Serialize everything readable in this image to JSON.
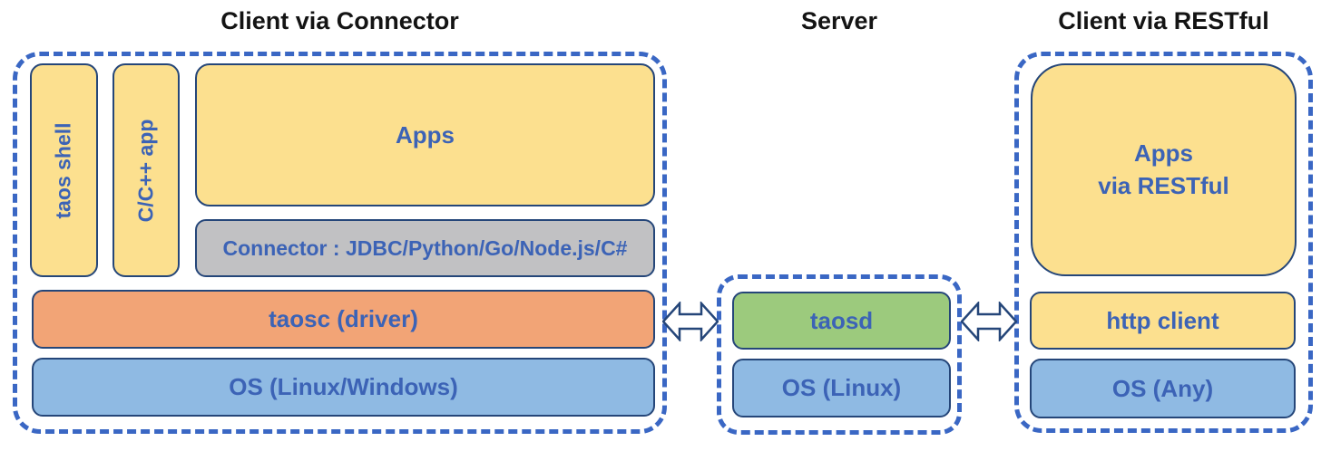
{
  "colors": {
    "box_yellow": "#FCE08F",
    "box_orange": "#F2A476",
    "box_blue": "#8FBAE3",
    "box_green": "#9CCA7D",
    "box_gray": "#C1C1C3",
    "box_border_navy": "#254679",
    "dashed_border_blue": "#3A67C4",
    "label_blue": "#3C63B6",
    "title_black": "#141414"
  },
  "icons": {
    "arrow_left_middle": "double-headed-arrow",
    "arrow_middle_right": "double-headed-arrow"
  },
  "sections": {
    "client_connector": {
      "title": "Client via Connector",
      "boxes": {
        "taos_shell": "taos shell",
        "cpp_app": "C/C++ app",
        "apps": "Apps",
        "connector": "Connector : JDBC/Python/Go/Node.js/C#",
        "taosc": "taosc (driver)",
        "os": "OS (Linux/Windows)"
      }
    },
    "server": {
      "title": "Server",
      "boxes": {
        "taosd": "taosd",
        "os": "OS (Linux)"
      }
    },
    "client_restful": {
      "title": "Client via RESTful",
      "boxes": {
        "apps_via_restful": "Apps\nvia RESTful",
        "http_client": "http client",
        "os": "OS (Any)"
      }
    }
  }
}
